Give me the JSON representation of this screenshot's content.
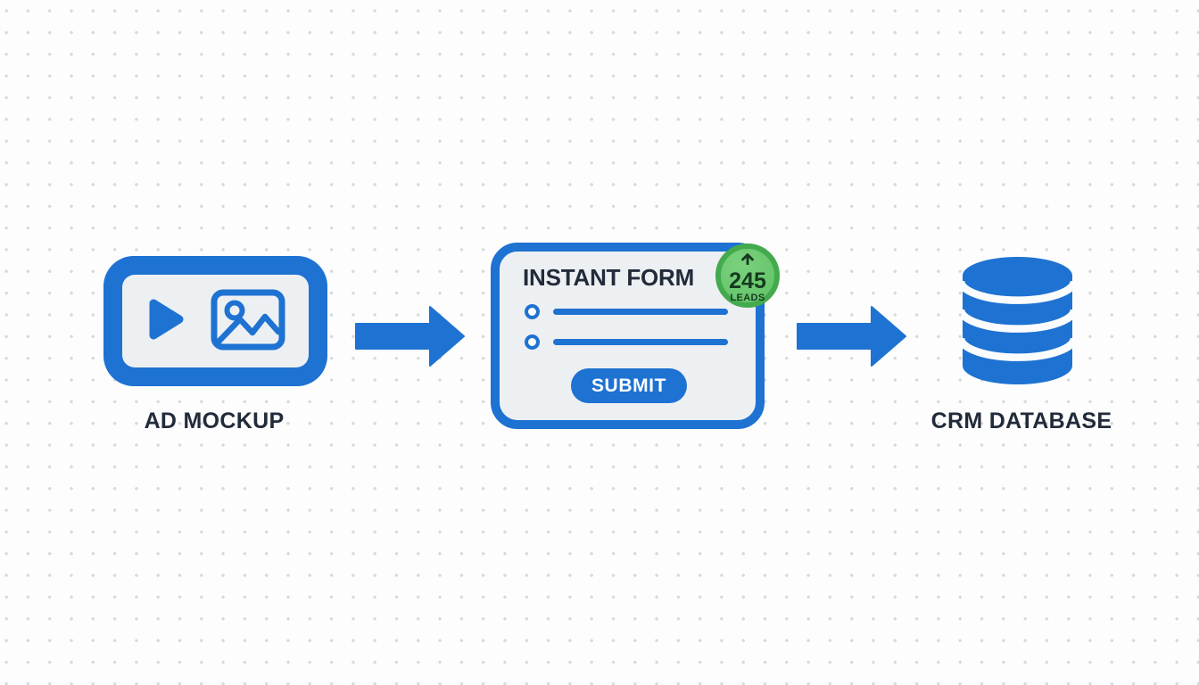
{
  "page": {
    "background": "#fdfdfe",
    "dot_color": "#d7d8da"
  },
  "colors": {
    "accent_blue": "#1e72d2",
    "panel_fill": "#edf0f3",
    "text_dark": "#222b3a",
    "badge_fill": "#68c86e",
    "badge_ring": "#44aa4e",
    "badge_text": "#16391f",
    "button_text": "#ffffff"
  },
  "flow": {
    "step1": {
      "label": "AD MOCKUP",
      "icons": [
        "play-icon",
        "image-icon"
      ]
    },
    "step2": {
      "title": "INSTANT FORM",
      "field_rows": 2,
      "submit_label": "SUBMIT",
      "badge": {
        "icon": "arrow-up-icon",
        "count": "245",
        "unit": "LEADS"
      }
    },
    "step3": {
      "label": "CRM DATABASE",
      "icon": "database-icon"
    },
    "connectors": [
      "arrow-right-icon",
      "arrow-right-icon"
    ]
  }
}
